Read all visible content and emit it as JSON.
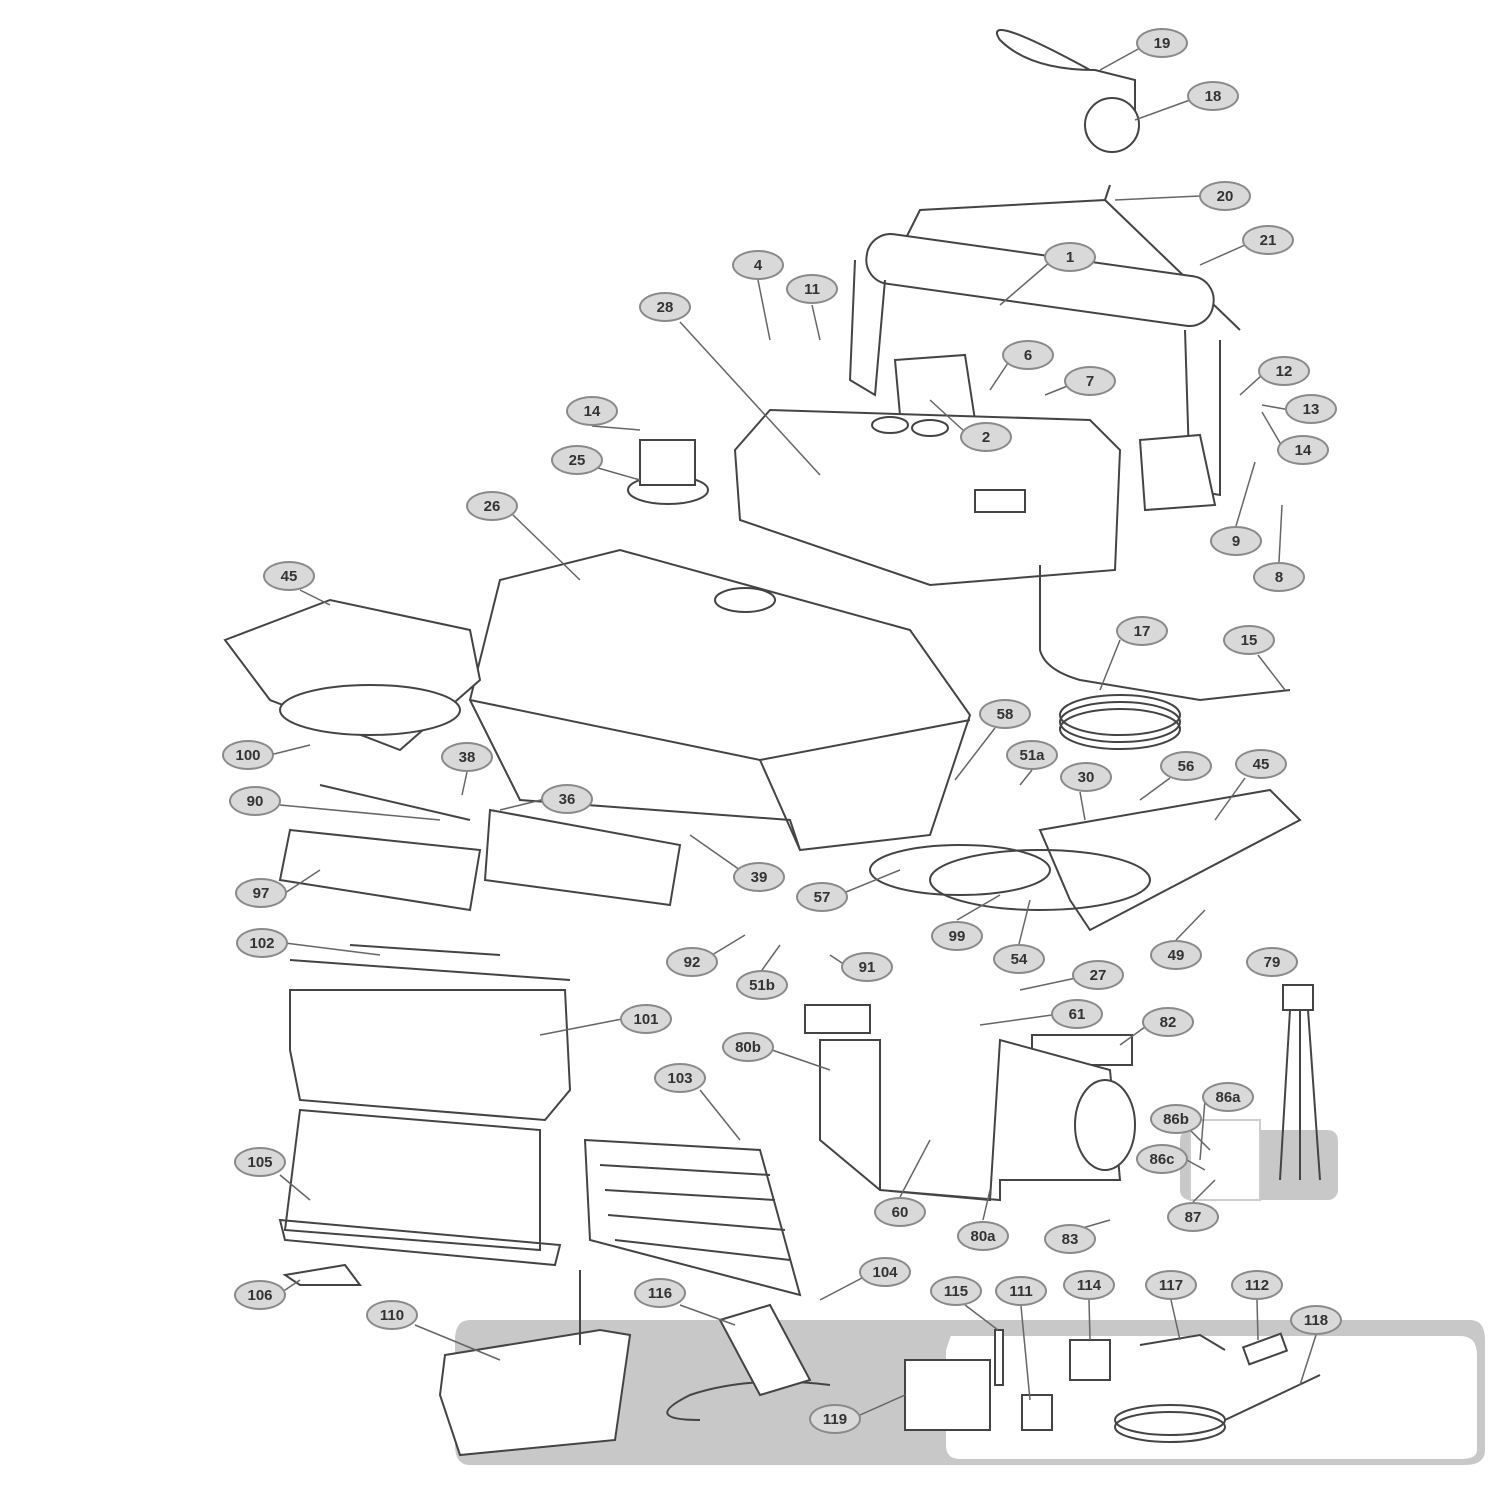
{
  "diagram": {
    "type": "exploded-parts-diagram",
    "callouts": [
      "19",
      "18",
      "20",
      "21",
      "1",
      "4",
      "11",
      "28",
      "6",
      "7",
      "12",
      "13",
      "14",
      "2",
      "14",
      "25",
      "26",
      "9",
      "8",
      "45",
      "17",
      "15",
      "58",
      "51a",
      "30",
      "56",
      "45",
      "100",
      "38",
      "36",
      "90",
      "39",
      "97",
      "57",
      "99",
      "54",
      "49",
      "92",
      "51b",
      "91",
      "102",
      "27",
      "79",
      "61",
      "82",
      "101",
      "80b",
      "103",
      "86a",
      "86b",
      "86c",
      "87",
      "105",
      "60",
      "80a",
      "83",
      "104",
      "106",
      "110",
      "116",
      "115",
      "111",
      "114",
      "117",
      "112",
      "118",
      "119"
    ]
  },
  "colors": {
    "callout_fill": "#d9d9d9",
    "callout_border": "#8a8a8a",
    "group_bg": "#c8c8c8",
    "line": "#444444"
  }
}
